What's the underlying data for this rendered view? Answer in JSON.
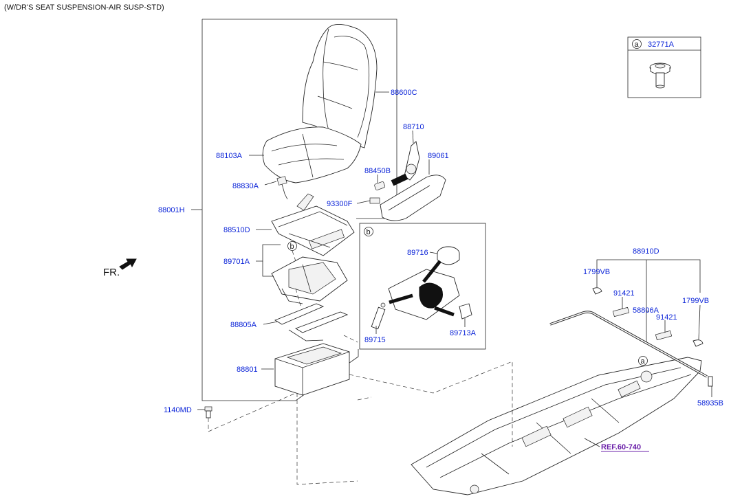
{
  "header": {
    "title": "(W/DR'S SEAT SUSPENSION-AIR SUSP-STD)"
  },
  "direction": {
    "label": "FR."
  },
  "callout_a": {
    "letter": "a",
    "part_no": "32771A"
  },
  "callout_b": {
    "letter": "b"
  },
  "references": {
    "floor_panel": "REF.60-740"
  },
  "parts": [
    "88600C",
    "88103A",
    "88830A",
    "88001H",
    "88510D",
    "89701A",
    "88805A",
    "88801",
    "1140MD",
    "88710",
    "89061",
    "88450B",
    "93300F",
    "89716",
    "89715",
    "89713A",
    "88910D",
    "1799VB",
    "1799VB",
    "91421",
    "58806A",
    "91421",
    "58935B"
  ]
}
